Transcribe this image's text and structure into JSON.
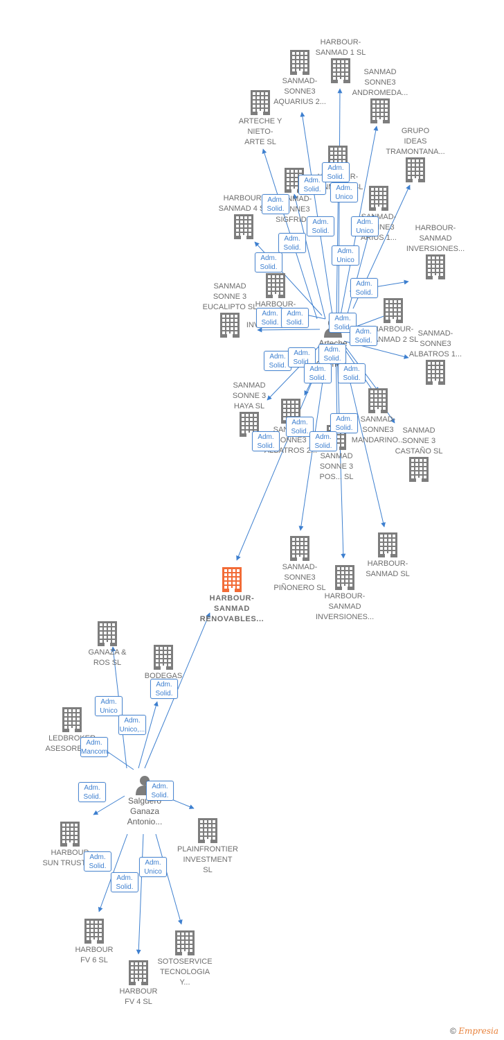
{
  "colors": {
    "edge": "#3d7fcf",
    "building": "#7d7d7d",
    "focus_building": "#f26b36",
    "person": "#7d7d7d",
    "badge_border": "#4a87d3"
  },
  "companies": [
    {
      "id": "harbour-sanmad-1",
      "label": "HARBOUR-\nSANMAD 1  SL"
    },
    {
      "id": "sanmad-sonne3-aquarius-2",
      "label": "SANMAD-\nSONNE3\nAQUARIUS 2..."
    },
    {
      "id": "sanmad-sonne3-andromeda",
      "label": "SANMAD\nSONNE3\nANDROMEDA..."
    },
    {
      "id": "arteche-y-nieto-arte",
      "label": "ARTECHE Y\nNIETO-\nARTE  SL"
    },
    {
      "id": "grupo-ideas-tramontana",
      "label": "GRUPO\nIDEAS\nTRAMONTANA..."
    },
    {
      "id": "harbour-sanmad-3",
      "label": "HARBOUR-\nSANMAD 3  SL"
    },
    {
      "id": "sanmad-sonne3-sigfrid",
      "label": "SANMAD-\nSONNE3\nSIGFRID..."
    },
    {
      "id": "sanmad-sonne3-arius",
      "label": "SANMAD-\nSONNE3\nARIUS 1..."
    },
    {
      "id": "harbour-sanmad-4",
      "label": "HARBOUR-\nSANMAD 4  SL"
    },
    {
      "id": "harbour-sanmad-inversiones-a",
      "label": "HARBOUR-\nSANMAD\nINVERSIONES..."
    },
    {
      "id": "harbour-sanmad-inversiones-b",
      "label": "HARBOUR-\nSANMAD\nINVERSIONES..."
    },
    {
      "id": "sanmad-sonne3-eucalipto",
      "label": "SANMAD\nSONNE 3\nEUCALIPTO  SL"
    },
    {
      "id": "harbour-sanmad-2",
      "label": "HARBOUR-\nSANMAD 2  SL"
    },
    {
      "id": "sanmad-sonne3-albatros-1",
      "label": "SANMAD-\nSONNE3\nALBATROS 1..."
    },
    {
      "id": "sanmad-sonne3-haya",
      "label": "SANMAD\nSONNE 3\nHAYA  SL"
    },
    {
      "id": "sanmad-sonne3-albatros-2",
      "label": "SANMAD-\nSONNE3\nALBATROS 2..."
    },
    {
      "id": "sanmad-sonne3-mandarino",
      "label": "SANMAD-\nSONNE3\nMANDARINO..."
    },
    {
      "id": "sanmad-sonne3-pos",
      "label": "SANMAD\nSONNE 3\nPOS...  SL"
    },
    {
      "id": "sanmad-sonne3-castano",
      "label": "SANMAD\nSONNE 3\nCASTAÑO  SL"
    },
    {
      "id": "sanmad-sonne3-pinonero",
      "label": "SANMAD-\nSONNE3\nPIÑONERO  SL"
    },
    {
      "id": "harbour-sanmad",
      "label": "HARBOUR-\nSANMAD  SL"
    },
    {
      "id": "harbour-sanmad-inversiones-c",
      "label": "HARBOUR-\nSANMAD\nINVERSIONES..."
    },
    {
      "id": "harbour-sanmad-renovables",
      "label": "HARBOUR-\nSANMAD\nRENOVABLES...",
      "focus": true
    },
    {
      "id": "ganaza-y-ros",
      "label": "GANAZA &\nROS  SL"
    },
    {
      "id": "bodegas-leon-wine",
      "label": "BODEGAS\nLEON\nWINE..."
    },
    {
      "id": "ledbroker-asesores",
      "label": "LEDBROKER\nASESORES  SL"
    },
    {
      "id": "harbour-sun-trust",
      "label": "HARBOUR\nSUN TRUST  SL"
    },
    {
      "id": "plainfrontier-investment",
      "label": "PLAINFRONTIER\nINVESTMENT\nSL"
    },
    {
      "id": "harbour-fv-6",
      "label": "HARBOUR\nFV 6  SL"
    },
    {
      "id": "sotoservice-tecnologia",
      "label": "SOTOSERVICE\nTECNOLOGIA\nY..."
    },
    {
      "id": "harbour-fv-4",
      "label": "HARBOUR\nFV 4  SL"
    }
  ],
  "people": [
    {
      "id": "arteche-gual-gabriel",
      "label": "Arteche\nGual\nGabriel..."
    },
    {
      "id": "salguero-ganaza-antonio",
      "label": "Salguero\nGanaza\nAntonio..."
    }
  ],
  "roles": [
    "Adm.\nSolid.",
    "Adm.\nSolid.",
    "Adm.\nSolid.",
    "Adm.\nUnico",
    "Adm.\nSolid.",
    "Adm.\nUnico",
    "Adm.\nSolid.",
    "Adm.\nSolid.",
    "Adm.\nUnico",
    "Adm.\nSolid.",
    "Adm.\nSolid.",
    "Adm.\nSolid.",
    "Adm.\nSolid.",
    "Adm.\nSolid.",
    "Adm.\nSolid.",
    "Adm.\nSolid.",
    "Adm.\nSolid.",
    "Adm.\nSolid.",
    "Adm.\nSolid.",
    "Adm.\nSolid.",
    "Adm.\nSolid.",
    "Adm.\nSolid.",
    "Adm.\nSolid.",
    "Adm.\nSolid.",
    "Adm.\nUnico",
    "Adm.\nUnico,...",
    "Adm.\nMancom.",
    "Adm.\nSolid.",
    "Adm.\nSolid.",
    "Adm.\nSolid.",
    "Adm.\nSolid.",
    "Adm.\nUnico"
  ],
  "footer": {
    "copyright": "©",
    "brand": "Empresia"
  }
}
